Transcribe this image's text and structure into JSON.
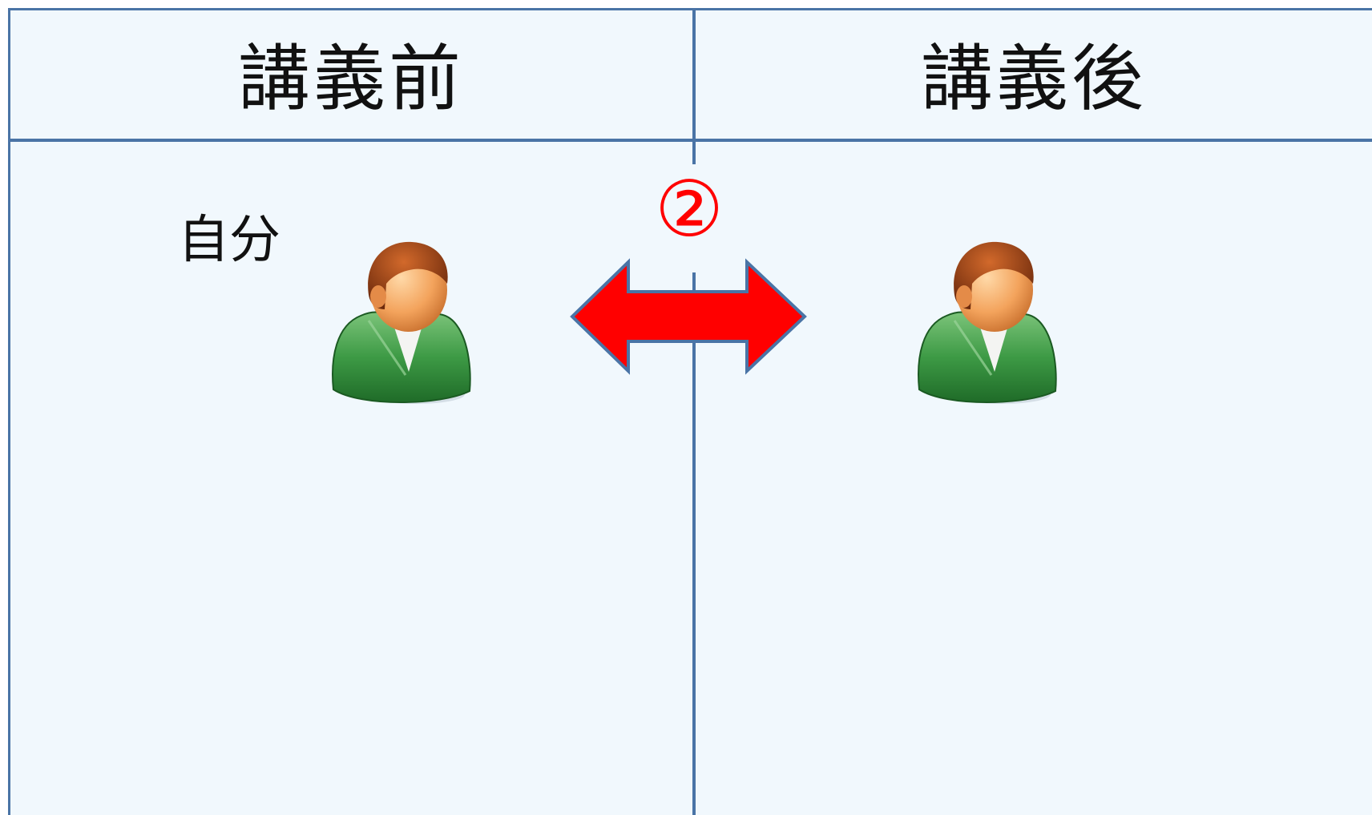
{
  "table": {
    "headers": {
      "before": "講義前",
      "after": "講義後"
    }
  },
  "diagram": {
    "self_label": "自分",
    "step_marker": "②",
    "arrow_type": "double-headed",
    "person_icon": "user-person-icon"
  },
  "colors": {
    "border": "#4a74a6",
    "background": "#f1f8fd",
    "arrow_fill": "#ff0000",
    "marker": "#ff0000",
    "jacket": "#2f8a3c",
    "hair": "#8b3a12",
    "skin": "#f0a060"
  }
}
